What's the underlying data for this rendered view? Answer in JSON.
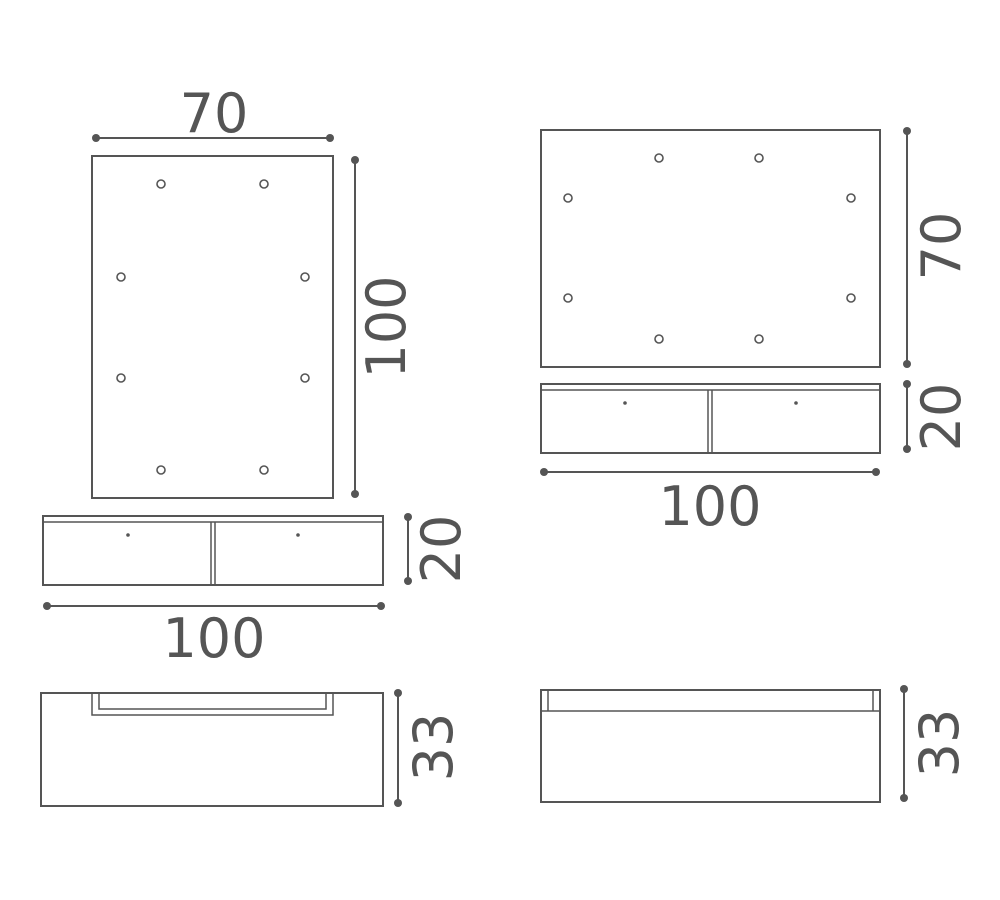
{
  "colors": {
    "line": "#555555",
    "background": "#ffffff"
  },
  "layout_a": {
    "mirror_width": "70",
    "mirror_height": "100",
    "drawer_height": "20",
    "drawer_width": "100",
    "depth": "33"
  },
  "layout_b": {
    "mirror_height": "70",
    "drawer_height": "20",
    "drawer_width": "100",
    "depth": "33"
  }
}
